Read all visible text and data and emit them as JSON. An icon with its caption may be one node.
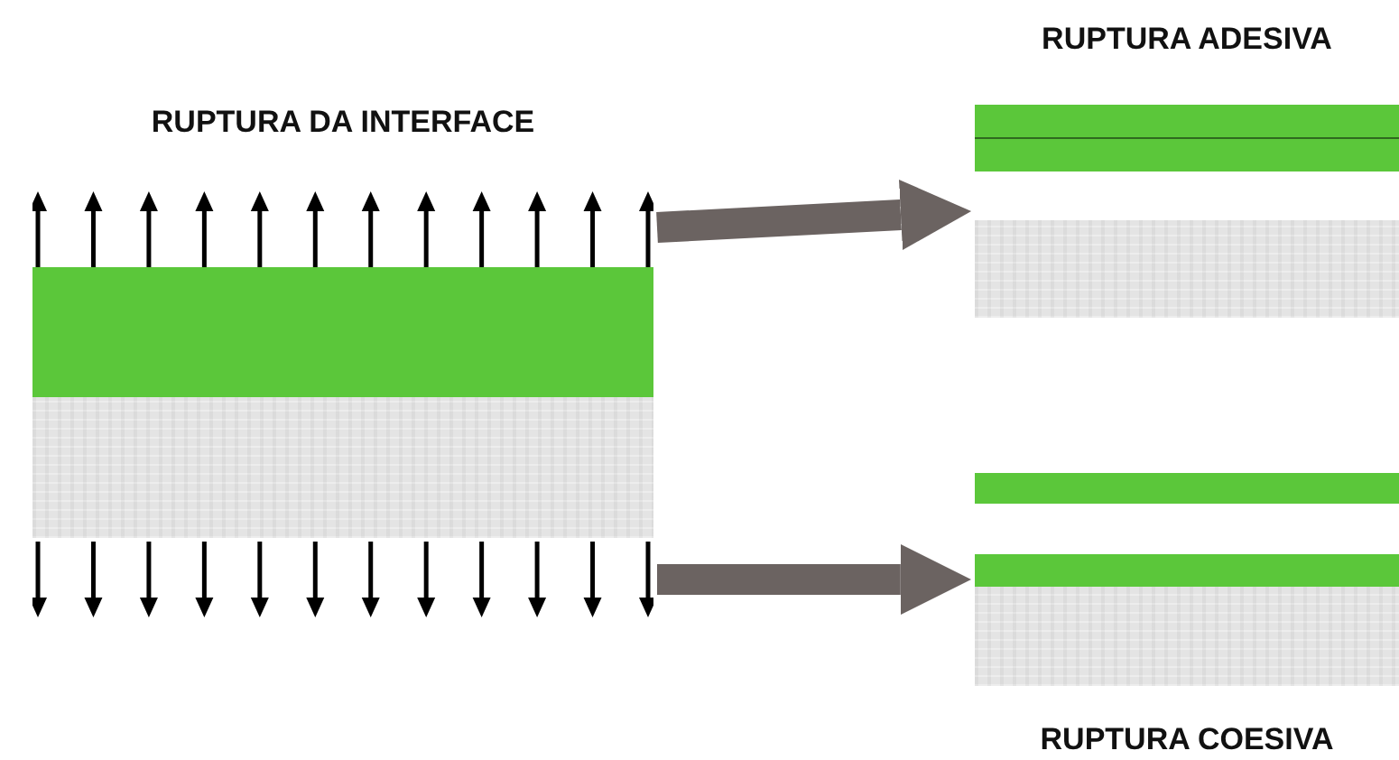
{
  "diagram": {
    "nodes": [
      {
        "text": [
          "RUPTURA DA INTERFACE"
        ]
      },
      {
        "text": [
          "RUPTURA ADESIVA"
        ]
      },
      {
        "text": [
          "RUPTURA COESIVA"
        ]
      }
    ],
    "edges": [
      {
        "from": 0,
        "to": 1,
        "arrow": "to"
      },
      {
        "from": 0,
        "to": 2,
        "arrow": "to"
      }
    ]
  }
}
